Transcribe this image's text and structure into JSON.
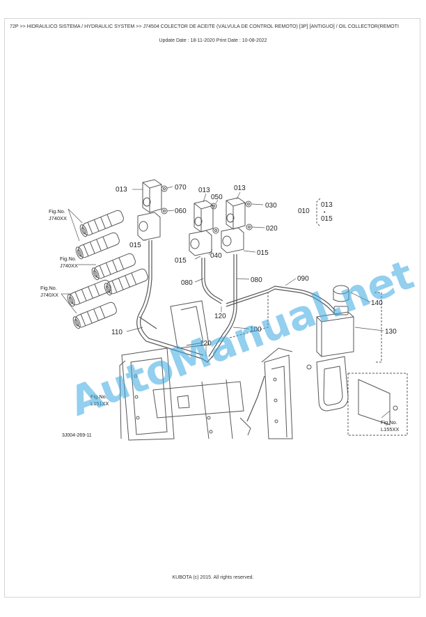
{
  "header": {
    "title": "72P >> HIDRAULICO SISTEMA / HYDRAULIC SYSTEM >> J74504   COLECTOR DE ACEITE (VÁLVULA DE CONTROL REMOTO) [3P] [ANTIGUO] / OIL COLLECTOR(REMOTI",
    "dates": "Update Date : 18-11-2020   Print Date : 10-08-2022"
  },
  "diagram": {
    "labels": {
      "p013a": "013",
      "p070": "070",
      "p013b": "013",
      "p050": "050",
      "p013c": "013",
      "p030": "030",
      "p060": "060",
      "p020": "020",
      "p015a": "015",
      "p015b": "015",
      "p040": "040",
      "p015c": "015",
      "p080a": "080",
      "p080b": "080",
      "p090": "090",
      "p140": "140",
      "p120a": "120",
      "p100": "100",
      "p110": "110",
      "p120b": "120",
      "p130": "130",
      "p010": "010",
      "p010_013": "013",
      "p010_015": "015"
    },
    "fig_refs": {
      "fig1_a": "Fig.No.",
      "fig1_b": "J740XX",
      "fig2_a": "Fig.No.",
      "fig2_b": "J740XX",
      "fig3_a": "Fig.No.",
      "fig3_b": "J740XX",
      "fig4_a": "Fig.No.",
      "fig4_b": "L151XX",
      "fig5_a": "Fig.No.",
      "fig5_b": "L155XX"
    },
    "drawing_code": "3J004-269-11",
    "watermark": "AutoManual.net"
  },
  "footer": {
    "copyright": "KUBOTA (c) 2015. All rights reserved."
  }
}
